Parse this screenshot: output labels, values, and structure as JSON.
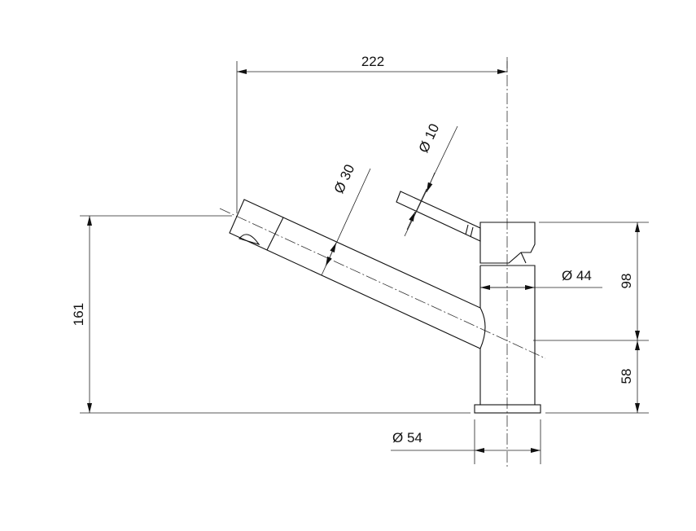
{
  "drawing": {
    "dimensions": {
      "width_total": "222",
      "height_total": "161",
      "body_upper_height": "98",
      "body_lower_height": "58",
      "spout_diameter": "Ø 30",
      "lever_diameter": "Ø 10",
      "body_diameter": "Ø 44",
      "base_diameter": "Ø 54"
    }
  }
}
